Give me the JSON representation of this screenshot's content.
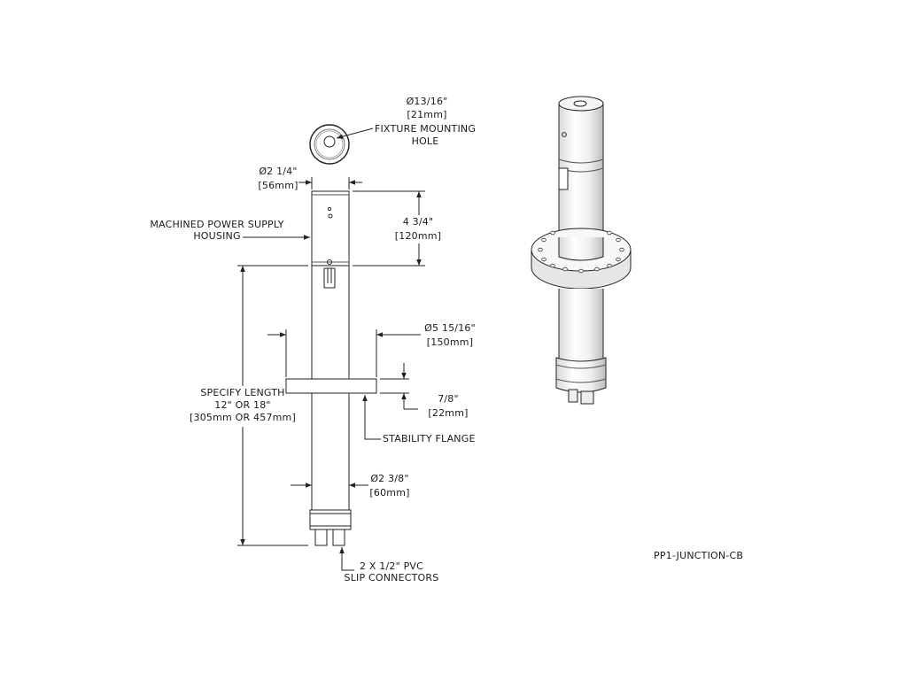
{
  "labels": {
    "mount_hole_dia": "Ø13/16\"",
    "mount_hole_mm": "[21mm]",
    "mount_hole_title_1": "FIXTURE MOUNTING",
    "mount_hole_title_2": "HOLE",
    "housing_dia": "Ø2 1/4\"",
    "housing_dia_mm": "[56mm]",
    "housing_title_1": "MACHINED POWER SUPPLY",
    "housing_title_2": "HOUSING",
    "housing_len": "4 3/4\"",
    "housing_len_mm": "[120mm]",
    "flange_dia": "Ø5 15/16\"",
    "flange_dia_mm": "[150mm]",
    "length_title_1": "SPECIFY LENGTH",
    "length_title_2": "12\" OR 18\"",
    "length_title_3": "[305mm OR 457mm]",
    "flange_thk": "7/8\"",
    "flange_thk_mm": "[22mm]",
    "flange_title": "STABILITY FLANGE",
    "pole_dia": "Ø2 3/8\"",
    "pole_dia_mm": "[60mm]",
    "slip_1": "2 X 1/2\" PVC",
    "slip_2": "SLIP CONNECTORS",
    "part_number": "PP1-JUNCTION-CB"
  }
}
